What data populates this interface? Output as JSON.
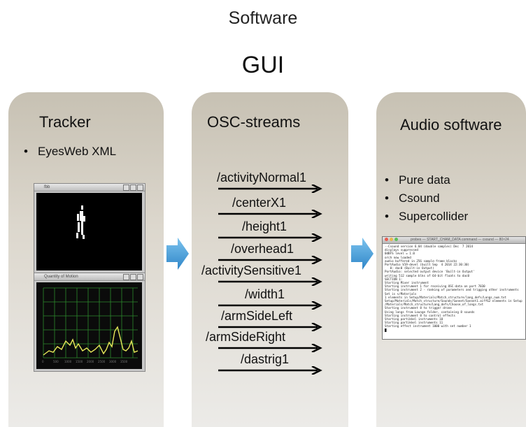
{
  "header": {
    "title": "Software",
    "subtitle": "GUI"
  },
  "panels": {
    "tracker": {
      "title": "Tracker",
      "bullets": [
        "EyesWeb XML"
      ],
      "window1_title": "fbb",
      "window2_title": "Quantity of Motion"
    },
    "osc": {
      "title": "OSC-streams",
      "streams": [
        "/activityNormal1",
        "/centerX1",
        "/height1",
        "/overhead1",
        "/activitySensitive1",
        "/width1",
        "/armSideLeft",
        "/armSideRight",
        "/dastrig1"
      ]
    },
    "audio": {
      "title": "Audio software",
      "bullets": [
        "Pure data",
        "Csound",
        "Supercollider"
      ],
      "terminal_title": "probes — START_CHAM_DATA command — csound — 80×24",
      "terminal_lines": [
        "--Csound version 6.04 (double samples) Dec  7 2014",
        "displays suppressed",
        "0dBFS level = 1.0",
        "orch now loaded",
        "audio buffered in 256 sample-frame blocks",
        "PortAudio V19-devel (built Sep  4 2014 22:30:30)",
        "   0: dac0 (Built-in Output)",
        "PortAudio: selected output device 'Built-in Output'",
        "writing 512 sample blks of 64-bit floats to dac0",
        "SECTION 1:",
        "Starting Mixer instrument",
        "Starting instrument 1 for receiving OSC-data on port 7030",
        "Starting instrument 2 - ranking of parameters and trigging other instruments",
        "Set is </Materials",
        "1 elements in Setup/Materials/Match_structure/lang_defs/Longs_num.txt",
        "Setup/Materials/Match_structure/Sounds/Sonnet/Sonnet1.aiff62 elements in Setup",
        "/Materials/Match_structure/Lang_defs/Choose_of_longs.txt",
        "Starting instrument 8 to trigger drone",
        "Using longs from Lounge folder, containing 8 sounds",
        "Starting instrument 8 to control effects",
        "Starting partikkel instruments 10",
        "Starting partikkel instruments 11",
        "Starting effect instrument 1000 with set number 1",
        "█"
      ]
    }
  },
  "colors": {
    "arrow_blue": "#4aa3df",
    "plot_line": "#e8e85a",
    "plot_grid": "#2e8b2e"
  }
}
